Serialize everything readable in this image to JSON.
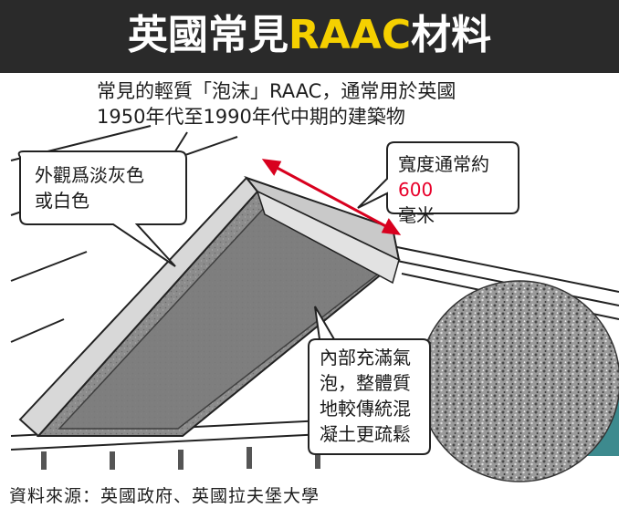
{
  "header": {
    "title_prefix": "英國常見",
    "title_highlight": "RAAC",
    "title_suffix": "材料"
  },
  "subtitle": {
    "line1": "常見的輕質「泡沫」RAAC，通常用於英國",
    "line2": "1950年代至1990年代中期的建築物"
  },
  "callouts": {
    "appearance": {
      "line1": "外觀爲淡灰色",
      "line2": "或白色"
    },
    "width": {
      "line1": "寬度通常約",
      "value": "600",
      "unit": "毫米"
    },
    "interior": {
      "line1": "內部充滿氣",
      "line2": "泡，整體質",
      "line3": "地較傳統混",
      "line4": "凝土更疏鬆"
    }
  },
  "source": "資料來源：英國政府、英國拉夫堡大學",
  "colors": {
    "title_bar": "#2a2a2a",
    "title_accent": "#f5d000",
    "highlight_red": "#e8002a",
    "wall_teal": "#3d8a8e",
    "panel_grey": "#8a8a8a"
  }
}
